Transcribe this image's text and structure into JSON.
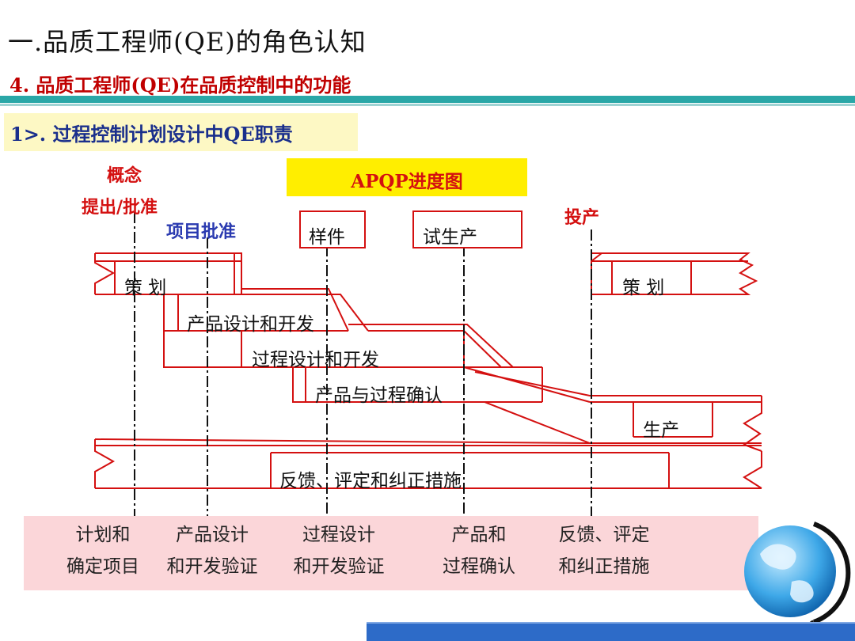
{
  "header": {
    "title": "一.品质工程师(QE)的角色认知",
    "subtitle": "4. 品质工程师(QE)在品质控制中的功能"
  },
  "section": {
    "label": "1>. 过程控制计划设计中QE职责"
  },
  "apqp": {
    "label": "APQP进度图"
  },
  "milestones": {
    "concept_line1": "概念",
    "concept_line2": "提出/批准",
    "project_approval": "项目批准",
    "sample": "样件",
    "trial_production": "试生产",
    "production_start": "投产"
  },
  "phases": {
    "planning": "策 划",
    "product_design": "产品设计和开发",
    "process_design": "过程设计和开发",
    "validation": "产品与过程确认",
    "production": "生产",
    "feedback": "反馈、评定和纠正措施",
    "planning_repeat": "策 划"
  },
  "bottom": {
    "col1": [
      "计划和",
      "确定项目"
    ],
    "col2": [
      "产品设计",
      "和开发验证"
    ],
    "col3": [
      "过程设计",
      "和开发验证"
    ],
    "col4": [
      "产品和",
      "过程确认"
    ],
    "col5": [
      "反馈、评定",
      "和纠正措施"
    ]
  },
  "colors": {
    "accent_red": "#d41010",
    "teal_band": "#2aa7a7",
    "title_blue": "#1a2f8c",
    "apqp_yellow": "#ffee00",
    "bottom_pink": "#fbd6d9",
    "footer_blue": "#2d6bc8"
  },
  "icons": {
    "globe": "globe-icon"
  }
}
